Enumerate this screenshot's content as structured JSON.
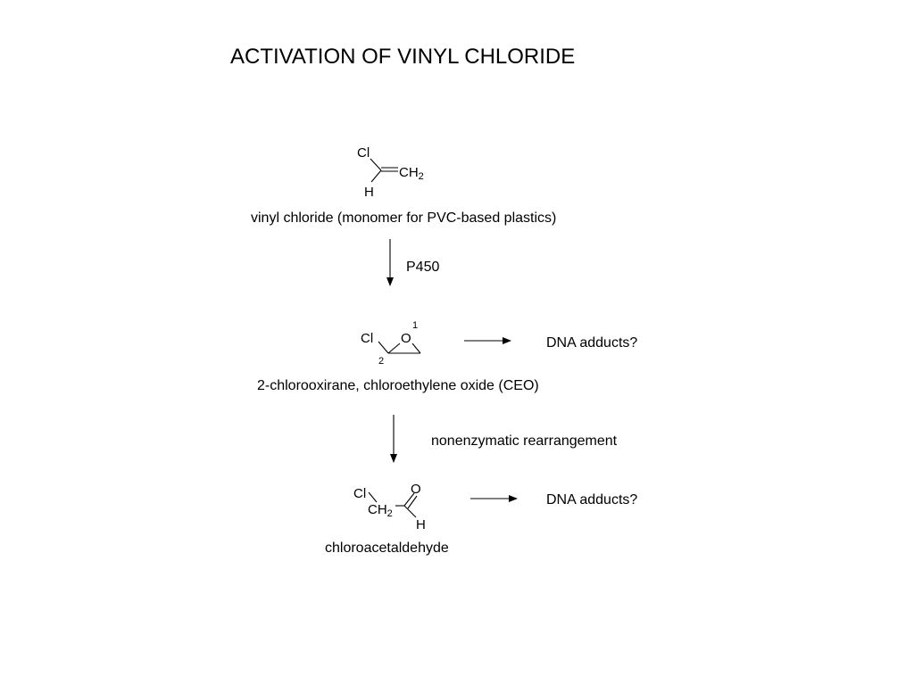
{
  "title": "ACTIVATION OF VINYL CHLORIDE",
  "vinyl_chloride": {
    "atom_cl": "Cl",
    "atom_h": "H",
    "atom_ch": "CH",
    "atom_ch_sub": "2",
    "caption": "vinyl chloride (monomer for PVC-based plastics)"
  },
  "step1": {
    "reagent": "P450"
  },
  "ceo": {
    "atom_cl": "Cl",
    "atom_o": "O",
    "locant_1": "1",
    "locant_2": "2",
    "caption": "2-chlorooxirane, chloroethylene oxide (CEO)",
    "product": "DNA adducts?"
  },
  "step2": {
    "reagent": "nonenzymatic rearrangement"
  },
  "chloroacetaldehyde": {
    "atom_cl": "Cl",
    "atom_o": "O",
    "atom_ch": "CH",
    "atom_ch_sub": "2",
    "atom_h": "H",
    "caption": "chloroacetaldehyde",
    "product": "DNA adducts?"
  }
}
